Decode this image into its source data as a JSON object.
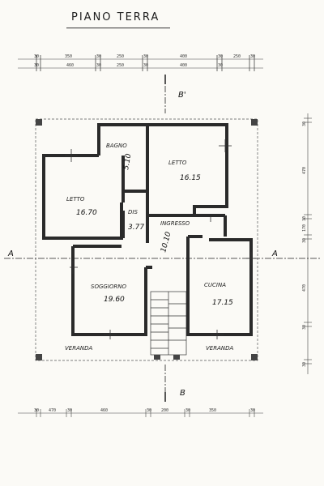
{
  "title": "PIANO TERRA",
  "sections": {
    "a_left": "A",
    "a_right": "A",
    "b_top": "B'",
    "b_bottom": "B"
  },
  "rooms": {
    "bagno": {
      "label": "BAGNO",
      "area": "5.10"
    },
    "letto_upper": {
      "label": "LETTO",
      "area": "16.15"
    },
    "letto_left": {
      "label": "LETTO",
      "area": "16.70"
    },
    "dis": {
      "label": "DIS",
      "area": "3.77"
    },
    "ingresso": {
      "label": "INGRESSO",
      "area": "10.10"
    },
    "soggiorno": {
      "label": "SOGGIORNO",
      "area": "19.60"
    },
    "cucina": {
      "label": "CUCINA",
      "area": "17.15"
    },
    "veranda_left": {
      "label": "VERANDA"
    },
    "veranda_right": {
      "label": "VERANDA"
    }
  },
  "dimensions": {
    "top_row1": [
      "30",
      "350",
      "30",
      "250",
      "30",
      "400",
      "30",
      "250",
      "30"
    ],
    "top_row2": [
      "30",
      "460",
      "30",
      "250",
      "30",
      "400",
      "30"
    ],
    "bottom_row": [
      "30",
      "470",
      "30",
      "460",
      "30",
      "200",
      "30",
      "350",
      "30"
    ],
    "right_col": [
      "30",
      "470",
      "30",
      "170",
      "30",
      "470",
      "30",
      "30"
    ]
  }
}
